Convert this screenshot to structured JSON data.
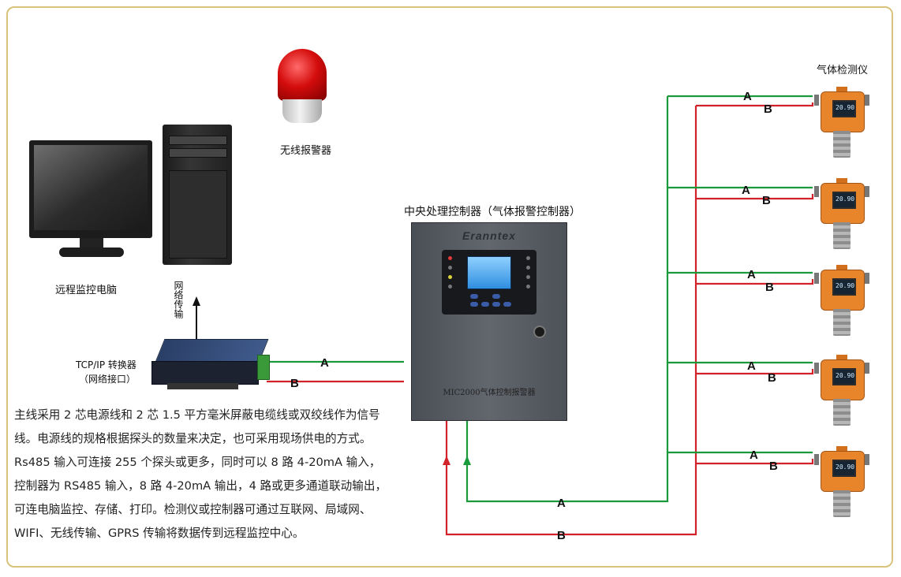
{
  "labels": {
    "gas_detector": "气体检测仪",
    "wireless_alarm": "无线报警器",
    "controller": "中央处理控制器（气体报警控制器）",
    "remote_pc": "远程监控电脑",
    "network_transmission": "网络传输",
    "converter": "TCP/IP 转换器",
    "network_port": "（网络接口）"
  },
  "controller": {
    "brand": "Eranntex",
    "model": "MIC2000气体控制报警器"
  },
  "detector_display": "20.90",
  "wire_a": "A",
  "wire_b": "B",
  "colors": {
    "wire_a": "#1a9a3a",
    "wire_b": "#d2232a",
    "frame": "#d9c27a"
  },
  "description": [
    "主线采用 2 芯电源线和 2 芯 1.5 平方毫米屏蔽电缆线或双绞线作为信号",
    "线。电源线的规格根据探头的数量来决定，也可采用现场供电的方式。",
    "Rs485 输入可连接 255 个探头或更多，同时可以 8 路 4-20mA 输入，",
    "控制器为 RS485 输入，8 路 4-20mA 输出，4 路或更多通道联动输出，",
    "可连电脑监控、存储、打印。检测仪或控制器可通过互联网、局域网、",
    "WIFI、无线传输、GPRS 传输将数据传到远程监控中心。"
  ]
}
